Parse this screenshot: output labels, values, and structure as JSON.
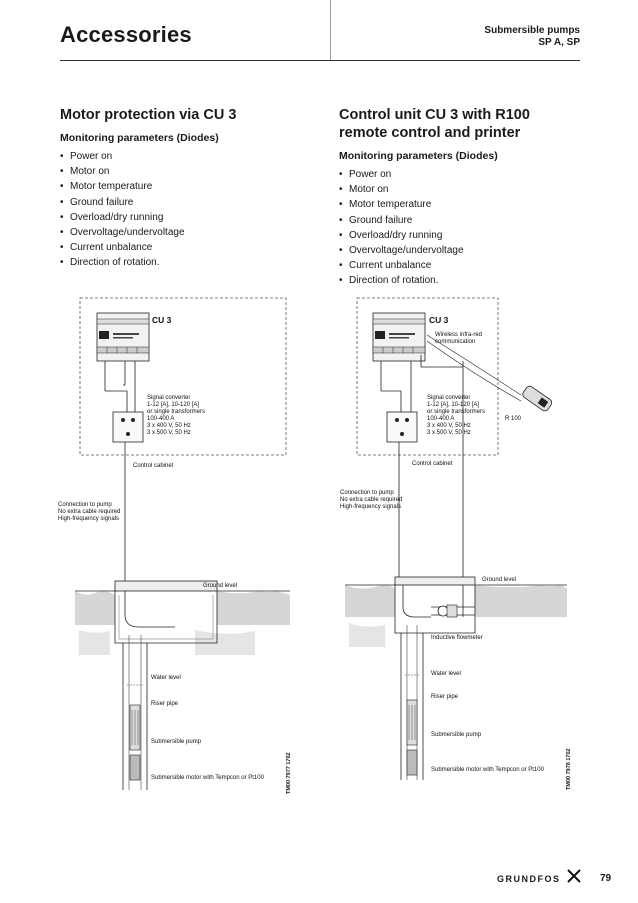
{
  "header": {
    "title": "Accessories",
    "right_line1": "Submersible pumps",
    "right_line2": "SP A, SP"
  },
  "left": {
    "title": "Motor protection via CU 3",
    "subtitle": "Monitoring parameters (Diodes)",
    "items": [
      "Power on",
      "Motor on",
      "Motor temperature",
      "Ground failure",
      "Overload/dry running",
      "Overvoltage/undervoltage",
      "Current unbalance",
      "Direction of rotation."
    ]
  },
  "right": {
    "title_line1": "Control unit CU 3 with R100",
    "title_line2": "remote control and printer",
    "subtitle": "Monitoring parameters (Diodes)",
    "items": [
      "Power on",
      "Motor on",
      "Motor temperature",
      "Ground failure",
      "Overload/dry running",
      "Overvoltage/undervoltage",
      "Current unbalance",
      "Direction of rotation."
    ]
  },
  "diagram_left": {
    "cu3": "CU 3",
    "signal_converter": "Signal converter\n1-12 [A], 10-120 [A]\nor single transformers\n100-400 A\n3 x 400 V, 50 Hz\n3 x 500 V, 50 Hz",
    "control_cabinet": "Control cabinet",
    "connection": "Connection to pump\nNo extra cable required\nHigh-frequency signals",
    "ground_level": "Ground level",
    "water_level": "Water level",
    "riser_pipe": "Riser pipe",
    "submersible_pump": "Submersible pump",
    "motor": "Submersible motor with Tempcon or Pt100",
    "tm_code": "TM00 7977 1702"
  },
  "diagram_right": {
    "cu3": "CU 3",
    "wireless": "Wireless infra-red\ncommunication",
    "r100": "R 100",
    "signal_converter": "Signal converter\n1-12 [A], 10-120 [A]\nor single transformers\n100-400 A\n3 x 400 V, 50 Hz\n3 x 500 V, 50 Hz",
    "control_cabinet": "Control cabinet",
    "connection": "Connection to pump\nNo extra cable required\nHigh-frequency signals",
    "ground_level": "Ground level",
    "flowmeter": "Inductive flowmeter",
    "water_level": "Water level",
    "riser_pipe": "Riser pipe",
    "submersible_pump": "Submersible pump",
    "motor": "Submersible motor with Tempcon or Pt100",
    "tm_code": "TM00 7978 1702"
  },
  "footer": {
    "logo": "GRUNDFOS",
    "logo_icon": "grundfos-x-icon",
    "page_number": "79"
  }
}
